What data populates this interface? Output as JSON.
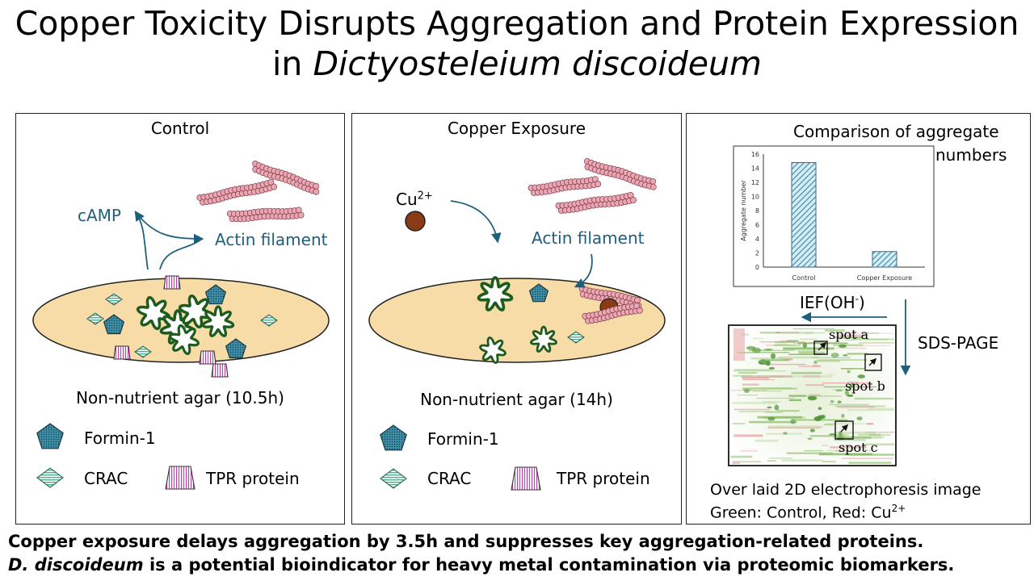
{
  "title": {
    "line1": "Copper Toxicity Disrupts Aggregation and Protein Expression",
    "line2_prefix": "in ",
    "line2_species": "Dictyosteleium discoideum"
  },
  "control_panel": {
    "title": "Control",
    "camp_label": "cAMP",
    "actin_label": "Actin filament",
    "agar_label": "Non-nutrient agar (10.5h)",
    "legend": {
      "formin": "Formin-1",
      "crac": "CRAC",
      "tpr": "TPR protein"
    }
  },
  "copper_panel": {
    "title": "Copper Exposure",
    "cu_base": "Cu",
    "cu_charge": "2+",
    "actin_label": "Actin filament",
    "agar_label": "Non-nutrient agar (14h)",
    "legend": {
      "formin": "Formin-1",
      "crac": "CRAC",
      "tpr": "TPR protein"
    }
  },
  "results_panel": {
    "chart_title_line1": "Comparison of aggregate",
    "chart_title_line2": "numbers",
    "ief_label_base": "IEF(OH",
    "ief_label_sup": "-",
    "ief_label_end": ")",
    "sds_label": "SDS-PAGE",
    "spots": [
      "spot a",
      "spot b",
      "spot c"
    ],
    "caption_line1": "Over laid 2D electrophoresis image",
    "caption_line2_prefix": "Green: Control, Red: Cu",
    "caption_line2_sup": "2+"
  },
  "chart_data": {
    "type": "bar",
    "categories": [
      "Control",
      "Copper Exposure"
    ],
    "values": [
      14.8,
      2.2
    ],
    "ylabel": "Aggregate number",
    "ylim": [
      0,
      16
    ],
    "yticks": [
      0,
      2,
      4,
      6,
      8,
      10,
      12,
      14,
      16
    ],
    "bar_fill": "hatched-light-blue"
  },
  "colors": {
    "agar": "#f8dca8",
    "arrow_blue": "#1f5f7e",
    "aggregate_green": "#1e5c1e",
    "actin_pink": "#eba6b2",
    "copper_brown": "#8a3a14",
    "formin_fill": "#3d8fa6",
    "crac_fill": "#74c4a4"
  },
  "conclusion": {
    "line1": "Copper exposure delays aggregation by 3.5h and suppresses key aggregation-related proteins.",
    "line2_species": "D. discoideum",
    "line2_rest": " is a potential bioindicator for heavy metal contamination via proteomic biomarkers."
  }
}
